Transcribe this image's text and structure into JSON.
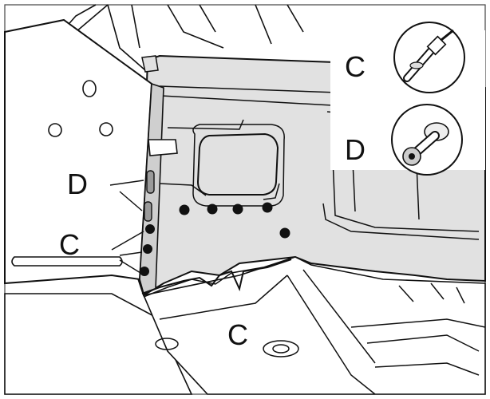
{
  "labels": {
    "c_top_right": "C",
    "d_top_right": "D",
    "d_left": "D",
    "c_left": "C",
    "c_bottom": "C"
  },
  "legend": [
    {
      "letter": "C",
      "icon": "rivet-icon"
    },
    {
      "letter": "D",
      "icon": "spot-weld-drill-icon"
    }
  ],
  "colors": {
    "panel_fill": "#e1e1e1",
    "panel_dark": "#cfcfcf",
    "line": "#111111",
    "weld_point": "#111111",
    "background": "#ffffff"
  }
}
